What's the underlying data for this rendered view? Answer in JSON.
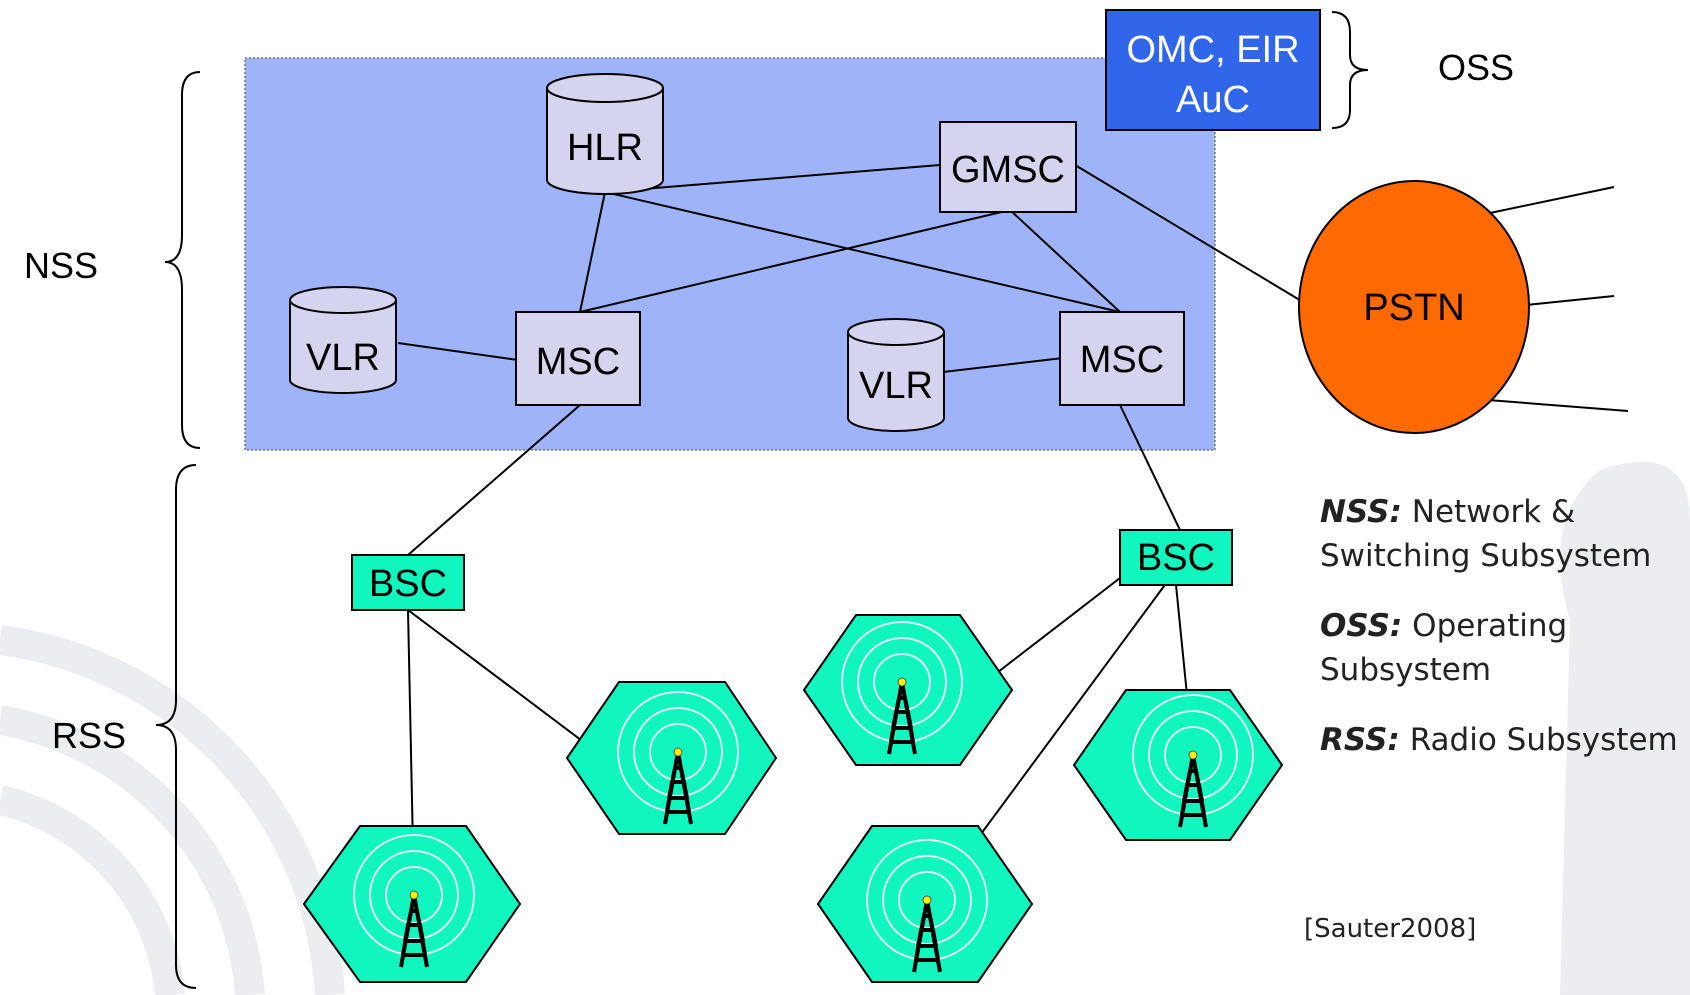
{
  "diagram": {
    "side_labels": {
      "nss": "NSS",
      "rss": "RSS",
      "oss": "OSS"
    },
    "nodes": {
      "omc": {
        "line1": "OMC, EIR",
        "line2": "AuC"
      },
      "hlr": "HLR",
      "gmsc": "GMSC",
      "vlr_left": "VLR",
      "msc_left": "MSC",
      "vlr_right": "VLR",
      "msc_right": "MSC",
      "pstn": "PSTN",
      "bsc_left": "BSC",
      "bsc_right": "BSC"
    },
    "colors": {
      "nss_area": "#9fb4f8",
      "node_fill": "#d5d4ee",
      "omc_fill": "#3165ea",
      "pstn_fill": "#ff6a00",
      "rss_fill": "#11f5be",
      "line": "#000000"
    }
  },
  "legend": [
    {
      "abbr": "NSS:",
      "text": "Network & Switching Subsystem"
    },
    {
      "abbr": "OSS:",
      "text": "Operating Subsystem"
    },
    {
      "abbr": "RSS:",
      "text": "Radio Subsystem"
    }
  ],
  "citation": "[Sauter2008]"
}
